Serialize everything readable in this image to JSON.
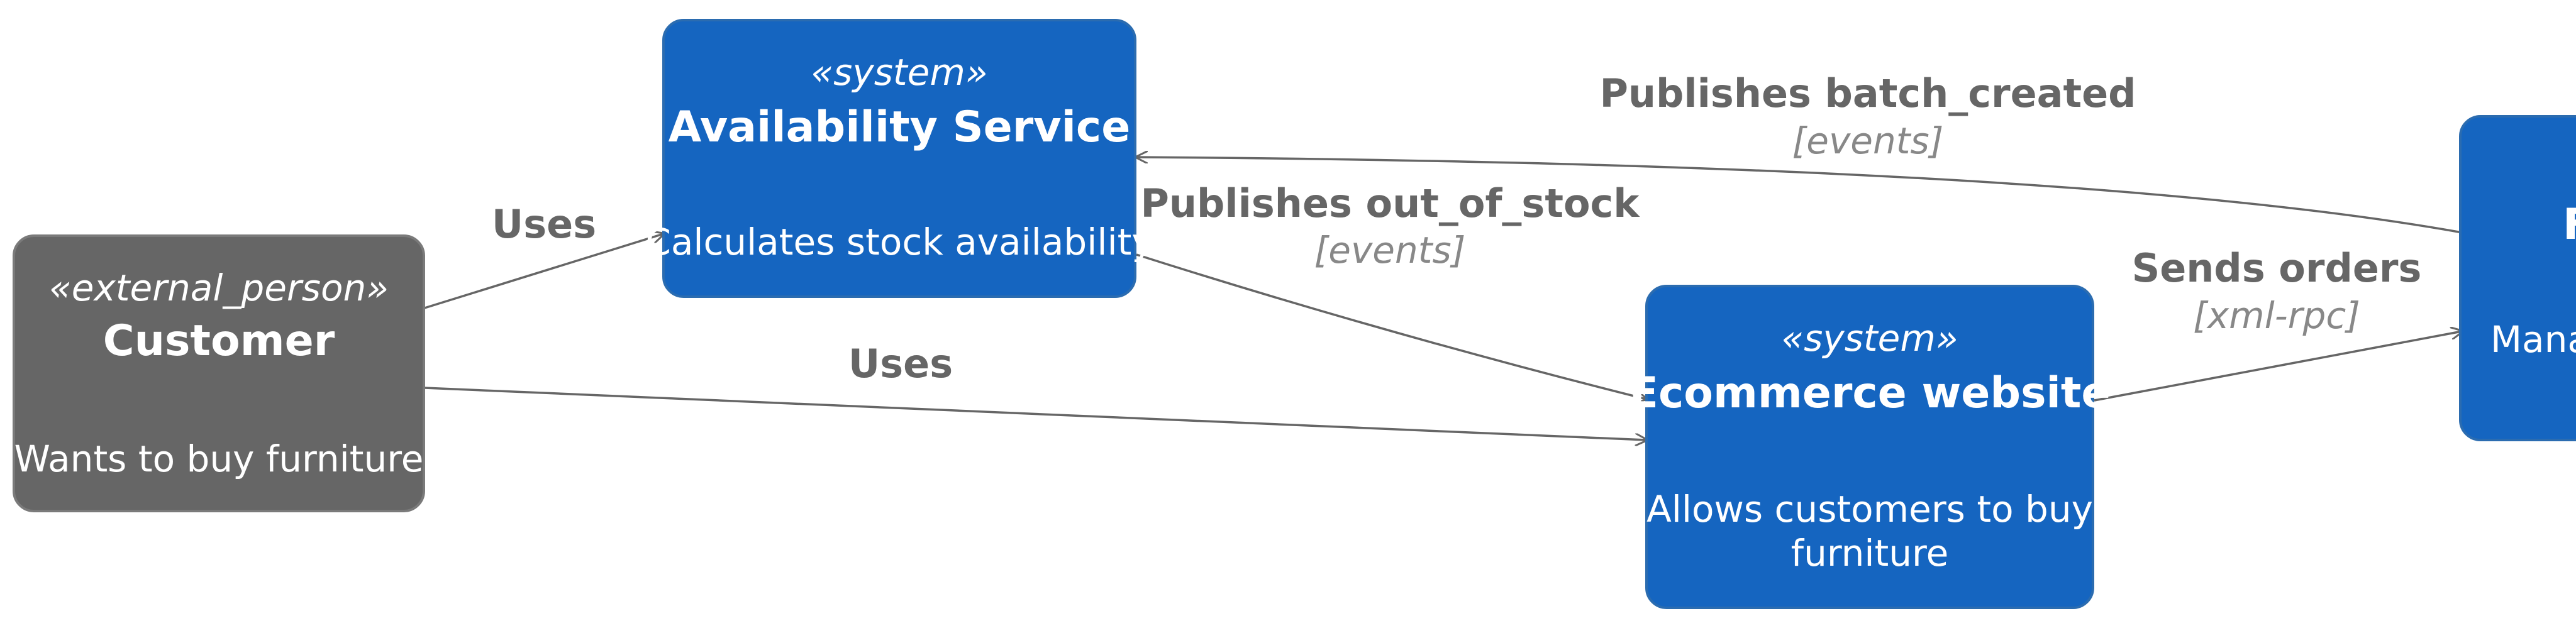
{
  "colors": {
    "system_fill": "#1565C0",
    "system_stroke": "#2B6CB0",
    "person_fill": "#666666",
    "person_stroke": "#7A7A7A",
    "node_text": "#ffffff",
    "edge": "#666666",
    "edge_label": "#666666",
    "edge_tech": "#888888"
  },
  "nodes": {
    "customer": {
      "stereotype": "«external_person»",
      "title": "Customer",
      "description": "Wants to buy furniture"
    },
    "availability": {
      "stereotype": "«system»",
      "title": "Availability Service",
      "description": "Calculates stock availability"
    },
    "ecommerce": {
      "stereotype": "«system»",
      "title": "Ecommerce website",
      "description_line1": "Allows customers to buy",
      "description_line2": "furniture"
    },
    "partial_system": {
      "title_fragment": "F",
      "description_fragment": "Mana"
    }
  },
  "edges": {
    "customer_to_availability": {
      "label": "Uses"
    },
    "customer_to_ecommerce": {
      "label": "Uses"
    },
    "availability_to_ecommerce": {
      "label": "Publishes out_of_stock",
      "tech": "[events]"
    },
    "partial_to_availability": {
      "label": "Publishes batch_created",
      "tech": "[events]"
    },
    "ecommerce_to_partial": {
      "label": "Sends orders",
      "tech": "[xml-rpc]"
    }
  }
}
